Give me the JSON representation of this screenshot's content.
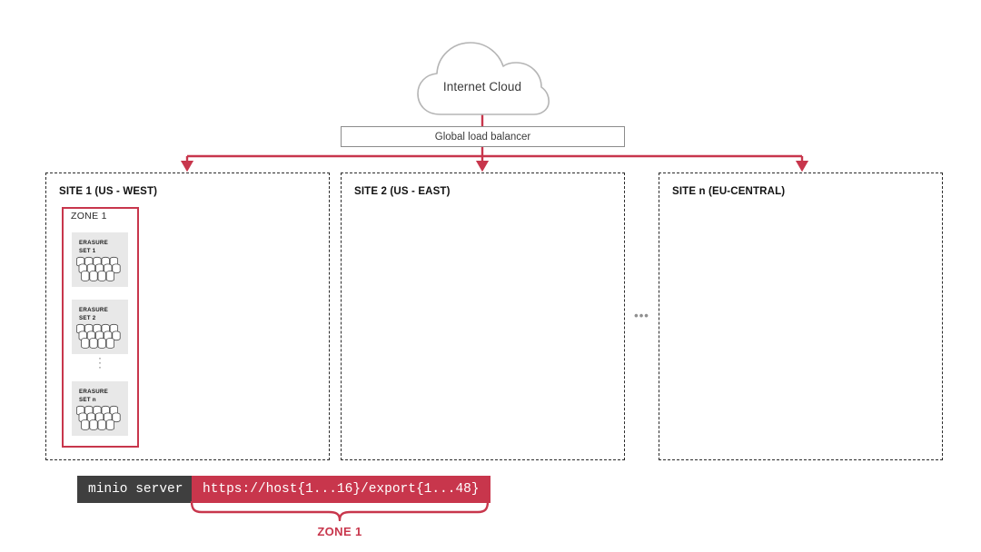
{
  "diagram": {
    "title": "MinIO multi-site zone architecture",
    "colors": {
      "accent_red": "#c8364c",
      "dark_pill": "#3f3f3f",
      "tile_gray": "#e8e8e8",
      "outline_gray": "#8c8c8c",
      "text_dark": "#2b2b2b"
    }
  },
  "cloud": {
    "label": "Internet Cloud"
  },
  "load_balancer": {
    "label": "Global load balancer"
  },
  "sites": [
    {
      "id": "site-1",
      "title": "SITE 1 (US - WEST)"
    },
    {
      "id": "site-2",
      "title": "SITE 2 (US - EAST)"
    },
    {
      "id": "site-n",
      "title": "SITE n (EU-CENTRAL)"
    }
  ],
  "site_gap_ellipsis": "•••",
  "zone": {
    "label": "ZONE 1",
    "erasure_sets": [
      {
        "line1": "ERASURE",
        "line2": "SET 1"
      },
      {
        "line1": "ERASURE",
        "line2": "SET 2"
      },
      {
        "line1": "ERASURE",
        "line2": "SET n"
      }
    ],
    "vertical_ellipsis": "·"
  },
  "command": {
    "prefix": "minio server",
    "url": "https://host{1...16}/export{1...48}",
    "bracket_caption": "ZONE 1"
  }
}
